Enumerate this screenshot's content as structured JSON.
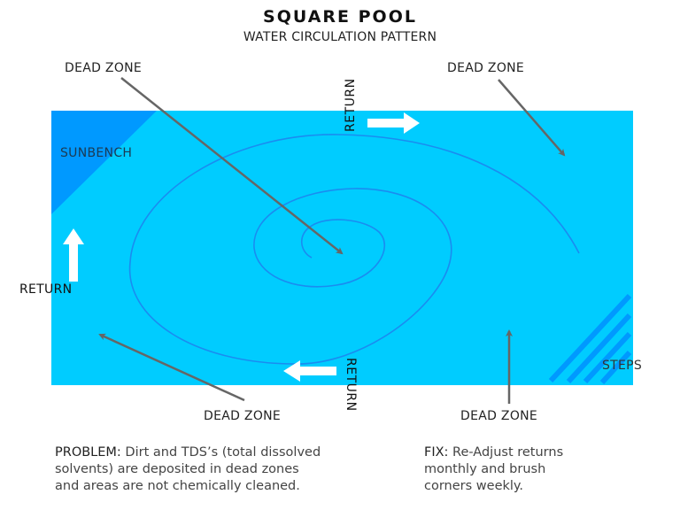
{
  "header": {
    "title": "SQUARE POOL",
    "subtitle": "WATER CIRCULATION PATTERN"
  },
  "colors": {
    "pool": "#00CCFF",
    "sunbench": "#0099FF",
    "steps": "#0099FF",
    "spiral": "#1A8CF0",
    "pointer_arrows": "#666666",
    "return_arrows": "#FFFFFF",
    "text": "#222222"
  },
  "pool": {
    "sunbench_label": "SUNBENCH",
    "steps_label": "STEPS"
  },
  "returns": {
    "top": "RETURN",
    "left": "RETURN",
    "bottom": "RETURN"
  },
  "dead_zones": {
    "top_left": "DEAD ZONE",
    "top_right": "DEAD ZONE",
    "bottom_left": "DEAD ZONE",
    "bottom_right": "DEAD ZONE"
  },
  "notes": {
    "problem": {
      "lead": "PROBLEM:",
      "lines": [
        " Dirt and TDS’s (total dissolved",
        "solvents) are deposited in dead zones",
        "and areas are not chemically cleaned."
      ]
    },
    "fix": {
      "lead": "FIX:",
      "lines": [
        " Re-Adjust returns",
        "monthly and brush",
        "corners weekly."
      ]
    }
  }
}
